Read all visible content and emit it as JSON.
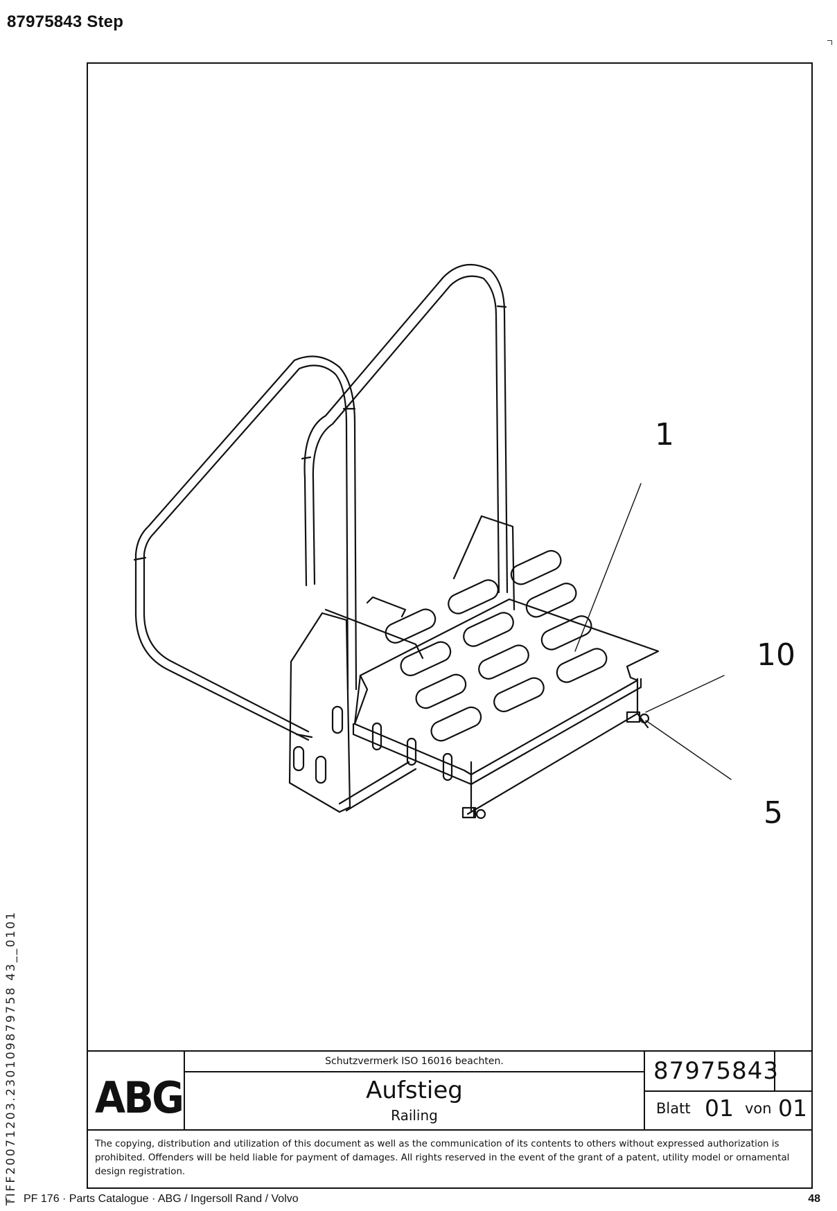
{
  "header": {
    "title": "87975843  Step"
  },
  "side_code": "TIFF20071203.230109879758 43__0101",
  "drawing": {
    "callouts": [
      {
        "label": "1"
      },
      {
        "label": "10"
      },
      {
        "label": "5"
      }
    ]
  },
  "title_block": {
    "logo": "ABG",
    "protection_note": "Schutzvermerk ISO 16016 beachten.",
    "title_de": "Aufstieg",
    "title_en": "Railing",
    "drawing_number": "87975843",
    "sheet_label": "Blatt",
    "sheet_number": "01",
    "of_label": "von",
    "sheet_total": "01",
    "legal_text": "The copying, distribution and utilization of this document as well as the communication of its contents to others without expressed authorization is prohibited. Offenders will be held liable for payment of damages. All rights reserved in the event of the grant of a patent, utility model or ornamental design registration."
  },
  "footer": {
    "left": "PF 176  ·  Parts Catalogue  ·  ABG / Ingersoll Rand / Volvo",
    "page_number": "48"
  }
}
